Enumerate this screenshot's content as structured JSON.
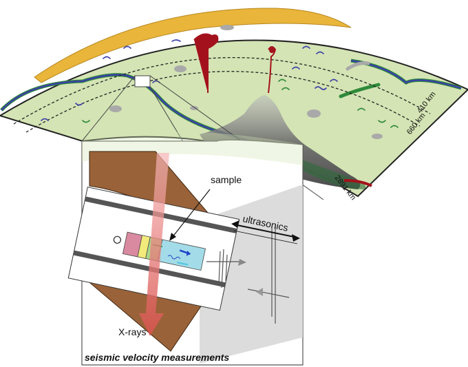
{
  "depth_labels": {
    "d410": "410 km",
    "d660": "660 km",
    "d2891": "2891 km"
  },
  "labels": {
    "sample": "sample",
    "ultrasonics": "ultrasonics",
    "xrays": "X-rays",
    "caption": "seismic velocity measurements"
  },
  "colors": {
    "mantle": "#d4e4b4",
    "crust": "#e9b53a",
    "slab_green": "#2f8a3a",
    "slab_blue": "#3b3fa8",
    "plume_red": "#a3121c",
    "anvil": "#9a6238",
    "xray_beam": "#f08a8a",
    "diamond_gray": "#cccccc"
  }
}
